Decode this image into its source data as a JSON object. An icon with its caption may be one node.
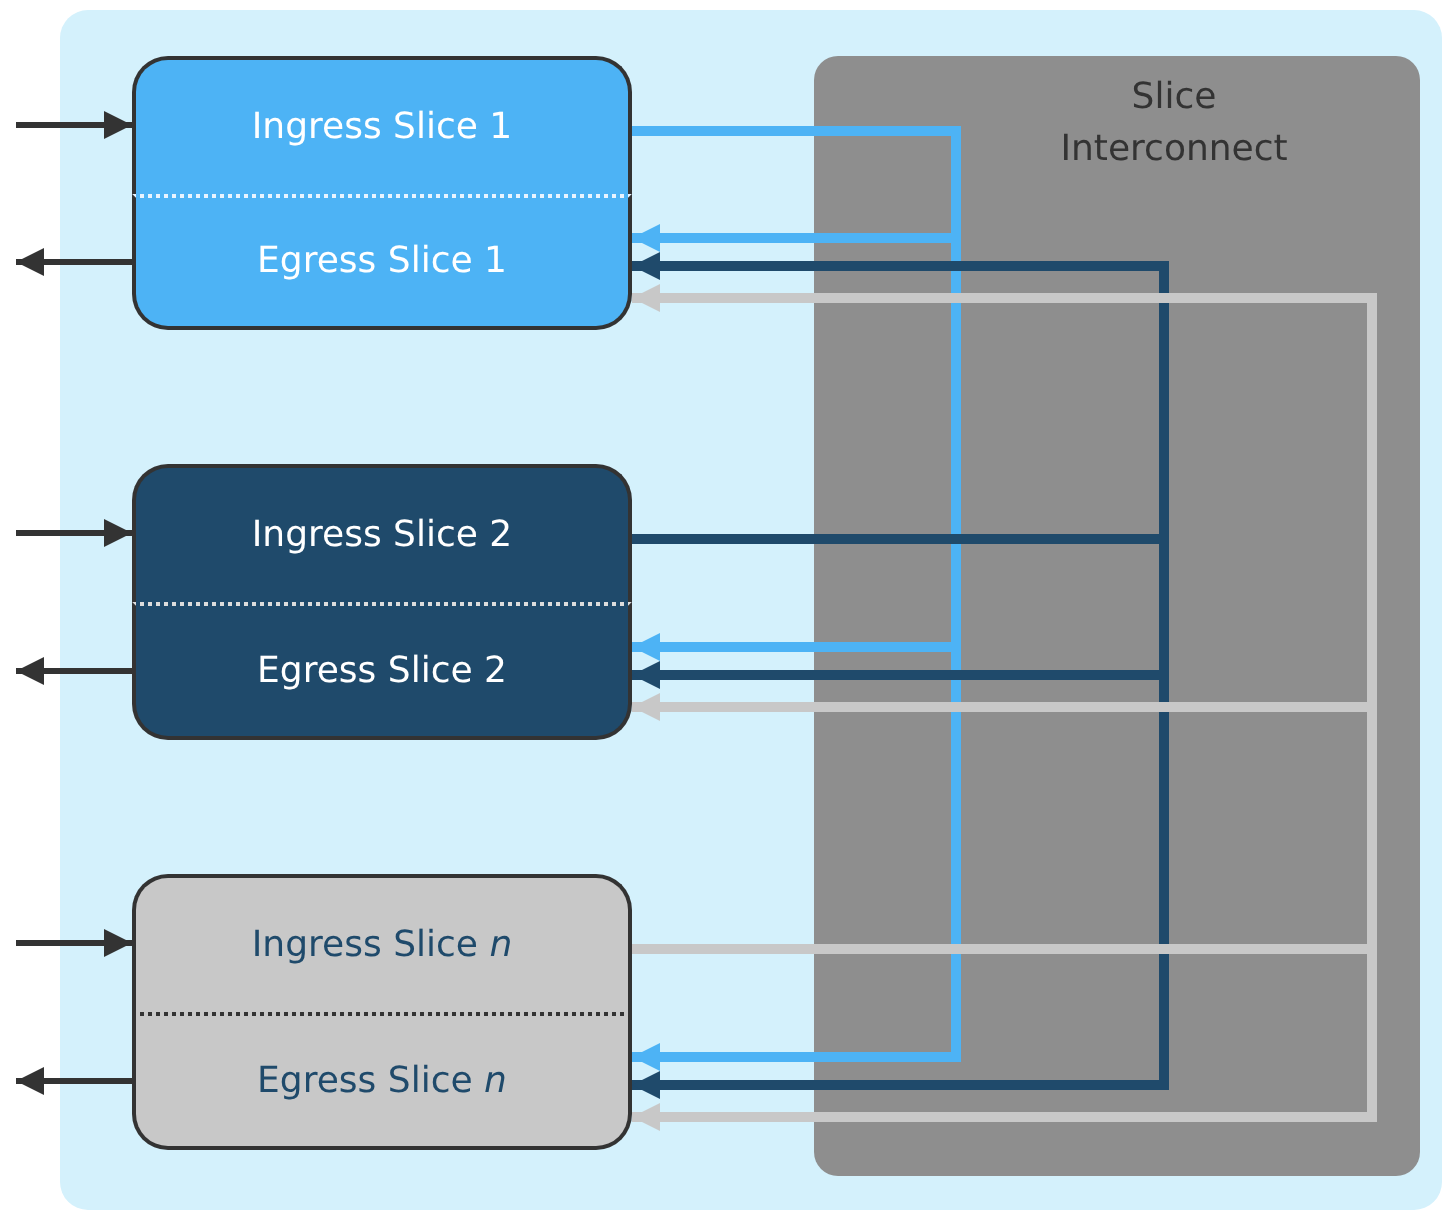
{
  "diagram": {
    "nodes": [
      {
        "text": [
          "Ingress Slice 1"
        ]
      },
      {
        "text": [
          "Egress Slice 1"
        ]
      },
      {
        "text": [
          "Ingress Slice 2"
        ]
      },
      {
        "text": [
          "Egress Slice 2"
        ]
      },
      {
        "text": [
          "Ingress Slice *n*"
        ]
      },
      {
        "text": [
          "Egress Slice *n*"
        ]
      }
    ],
    "edges": [
      {
        "from": null,
        "to": 0,
        "arrow": "to"
      },
      {
        "from": 1,
        "to": null,
        "arrow": "to"
      },
      {
        "from": null,
        "to": 2,
        "arrow": "to"
      },
      {
        "from": 3,
        "to": null,
        "arrow": "to"
      },
      {
        "from": null,
        "to": 4,
        "arrow": "to"
      },
      {
        "from": 5,
        "to": null,
        "arrow": "to"
      },
      {
        "from": 0,
        "to": 1,
        "arrow": "to",
        "color": "#4db3f5"
      },
      {
        "from": 0,
        "to": 3,
        "arrow": "to",
        "color": "#4db3f5"
      },
      {
        "from": 0,
        "to": 5,
        "arrow": "to",
        "color": "#4db3f5"
      },
      {
        "from": 2,
        "to": 1,
        "arrow": "to",
        "color": "#1f4a6b"
      },
      {
        "from": 2,
        "to": 3,
        "arrow": "to",
        "color": "#1f4a6b"
      },
      {
        "from": 2,
        "to": 5,
        "arrow": "to",
        "color": "#1f4a6b"
      },
      {
        "from": 4,
        "to": 1,
        "arrow": "to",
        "color": "#c8c8c8"
      },
      {
        "from": 4,
        "to": 3,
        "arrow": "to",
        "color": "#c8c8c8"
      },
      {
        "from": 4,
        "to": 5,
        "arrow": "to",
        "color": "#c8c8c8"
      }
    ],
    "labels": [
      "Slice Interconnect"
    ]
  }
}
